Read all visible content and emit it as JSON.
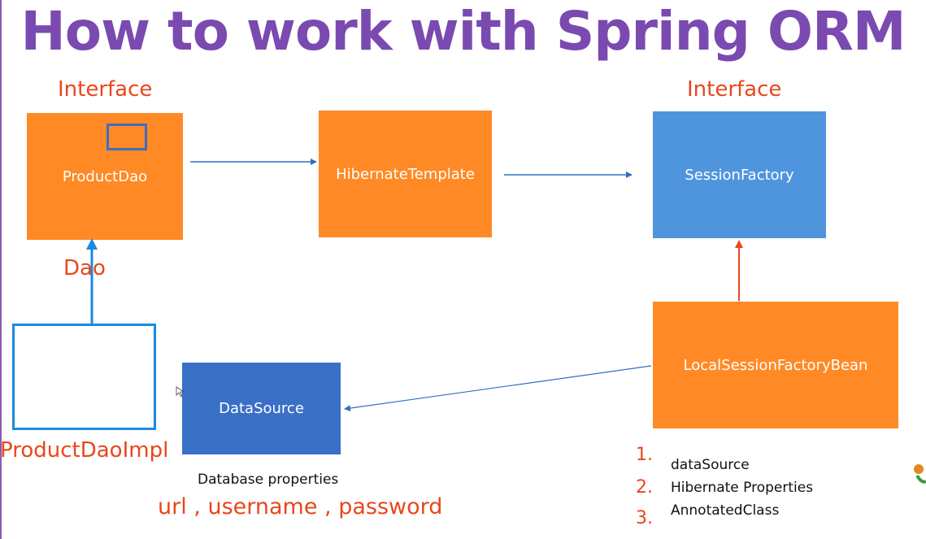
{
  "title": "How to work with Spring ORM",
  "labels": {
    "interface_left": "Interface",
    "interface_right": "Interface",
    "dao": "Dao",
    "product_dao_impl": "ProductDaoImpl",
    "database_properties": "Database properties",
    "db_props_values": "url , username , password"
  },
  "boxes": {
    "product_dao": "ProductDao",
    "hibernate_template": "HibernateTemplate",
    "session_factory": "SessionFactory",
    "local_session_factory_bean": "LocalSessionFactoryBean",
    "data_source": "DataSource"
  },
  "list": [
    {
      "num": "1.",
      "text": "dataSource"
    },
    {
      "num": "2.",
      "text": "Hibernate Properties"
    },
    {
      "num": "3.",
      "text": "AnnotatedClass"
    }
  ],
  "colors": {
    "title": "#7a4ab0",
    "accent_red": "#e8471c",
    "orange": "#ff8a25",
    "blue_light": "#4f95de",
    "blue_dark": "#3a6fc6",
    "arrow_blue": "#2f6fbf",
    "arrow_red": "#e8471c"
  }
}
